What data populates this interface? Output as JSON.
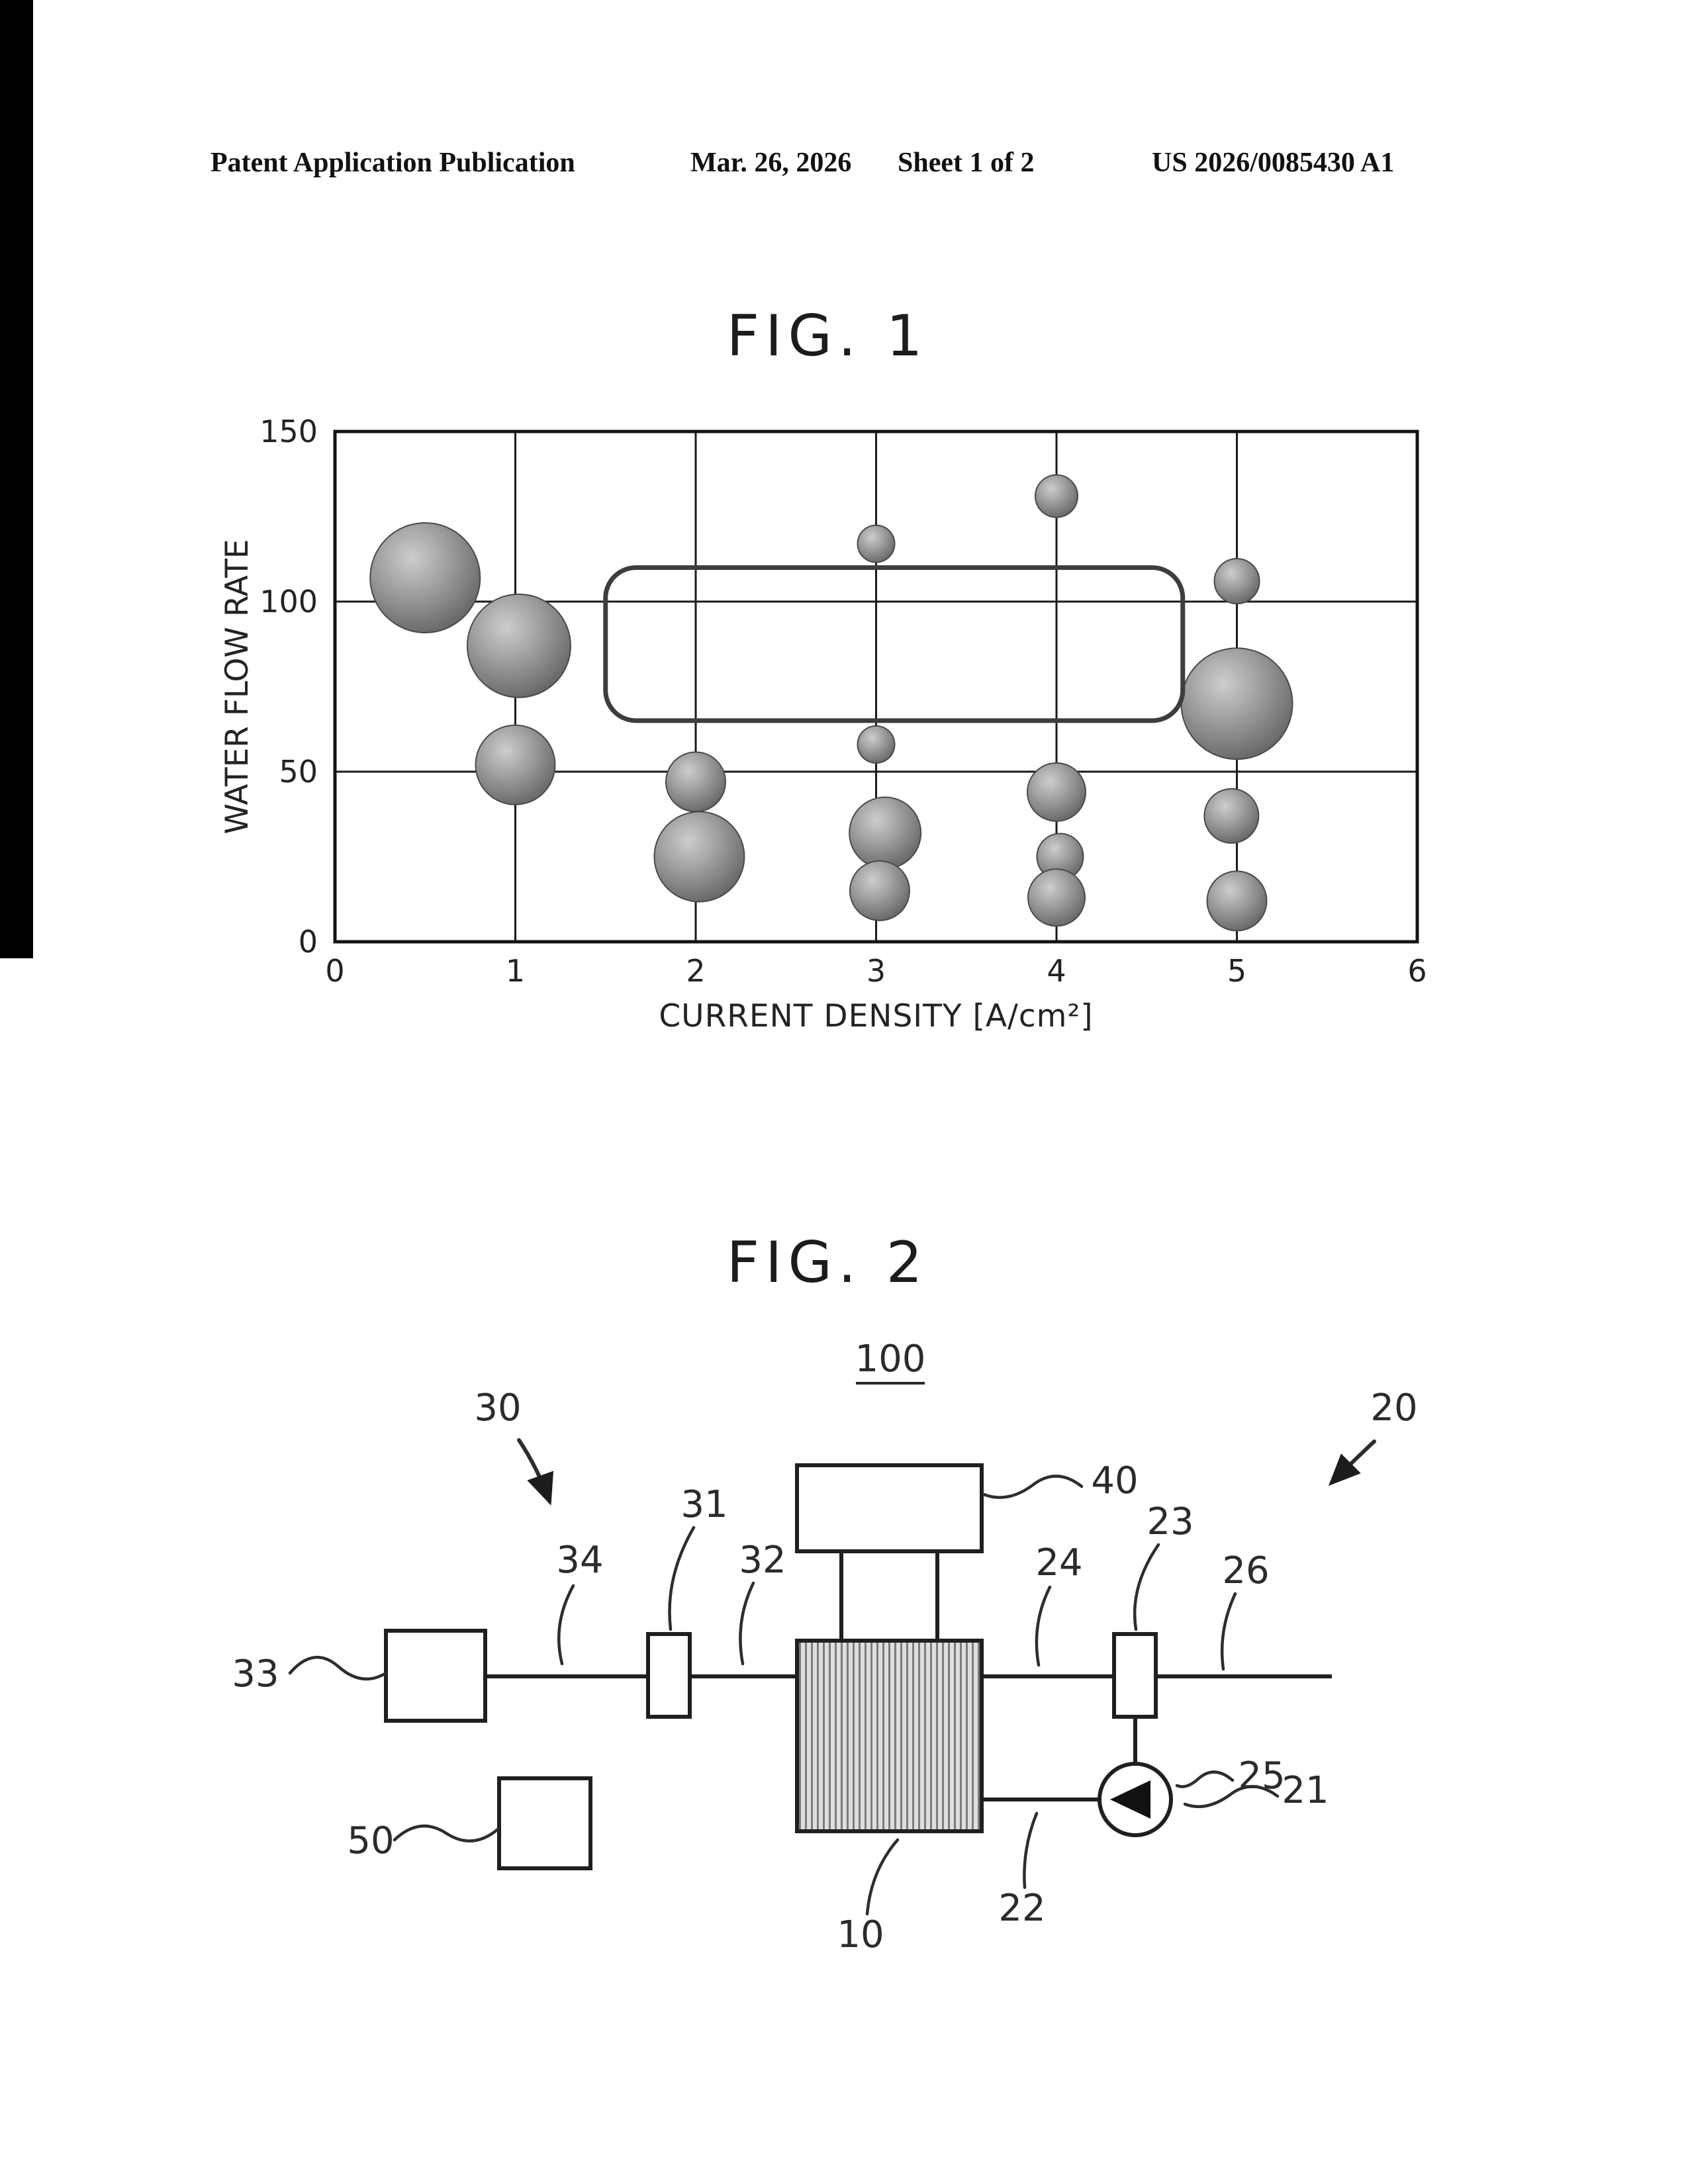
{
  "header": {
    "publication": "Patent Application Publication",
    "date": "Mar. 26, 2026",
    "sheet": "Sheet 1 of 2",
    "patent_number": "US 2026/0085430 A1"
  },
  "fig1": {
    "title": "FIG. 1",
    "chart_data": {
      "type": "scatter",
      "title": "FIG. 1",
      "xlabel": "CURRENT DENSITY [A/cm²]",
      "ylabel": "WATER FLOW RATE",
      "xlim": [
        0,
        6
      ],
      "ylim": [
        0,
        150
      ],
      "x_ticks": [
        0,
        1,
        2,
        3,
        4,
        5,
        6
      ],
      "y_ticks": [
        0,
        50,
        100,
        150
      ],
      "grid": true,
      "legend": "none",
      "points": [
        {
          "x": 0.5,
          "y": 107,
          "r": 83
        },
        {
          "x": 1.02,
          "y": 87,
          "r": 78
        },
        {
          "x": 1.0,
          "y": 52,
          "r": 60
        },
        {
          "x": 2.0,
          "y": 47,
          "r": 45
        },
        {
          "x": 2.02,
          "y": 25,
          "r": 68
        },
        {
          "x": 3.0,
          "y": 117,
          "r": 28
        },
        {
          "x": 3.0,
          "y": 58,
          "r": 28
        },
        {
          "x": 3.05,
          "y": 32,
          "r": 54
        },
        {
          "x": 3.02,
          "y": 15,
          "r": 45
        },
        {
          "x": 4.0,
          "y": 131,
          "r": 32
        },
        {
          "x": 4.0,
          "y": 44,
          "r": 44
        },
        {
          "x": 4.02,
          "y": 25,
          "r": 35
        },
        {
          "x": 4.0,
          "y": 13,
          "r": 43
        },
        {
          "x": 5.0,
          "y": 106,
          "r": 34
        },
        {
          "x": 5.0,
          "y": 70,
          "r": 84
        },
        {
          "x": 4.97,
          "y": 37,
          "r": 41
        },
        {
          "x": 5.0,
          "y": 12,
          "r": 45
        }
      ],
      "highlight_box": {
        "x1": 1.5,
        "y1": 65,
        "x2": 4.7,
        "y2": 110
      }
    }
  },
  "fig2": {
    "title": "FIG. 2",
    "labels": {
      "n100": "100",
      "n30": "30",
      "n20": "20",
      "n40": "40",
      "n31": "31",
      "n32": "32",
      "n34": "34",
      "n33": "33",
      "n23": "23",
      "n24": "24",
      "n26": "26",
      "n25": "25",
      "n21": "21",
      "n50": "50",
      "n22": "22",
      "n10": "10"
    }
  }
}
